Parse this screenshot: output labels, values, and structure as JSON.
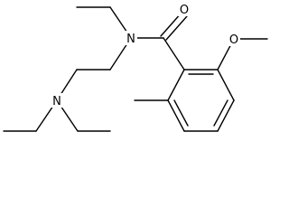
{
  "molecule": {
    "atoms": {
      "carbonyl_oxygen": "O",
      "amide_nitrogen": "N",
      "amine_nitrogen": "N",
      "methoxy_oxygen": "O"
    }
  }
}
